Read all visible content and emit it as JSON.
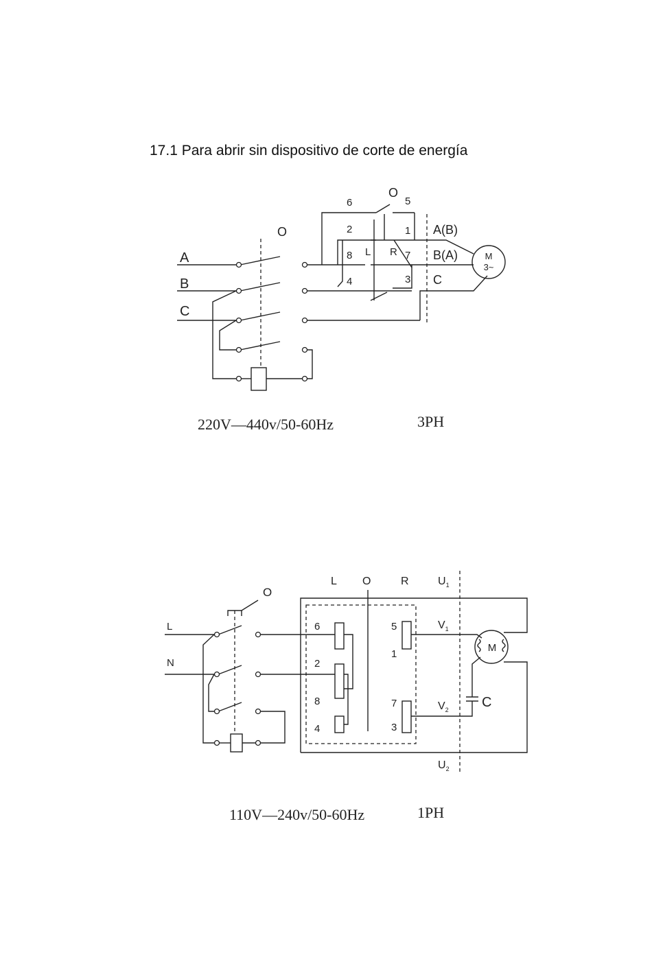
{
  "heading": "17.1 Para abrir sin dispositivo de corte de energía",
  "diagram_3ph": {
    "lines": [
      "A",
      "B",
      "C"
    ],
    "switch_label": "O",
    "drum_top": "O",
    "terminals": [
      "6",
      "5",
      "2",
      "1",
      "8",
      "7",
      "4",
      "3"
    ],
    "positions": [
      "L",
      "R"
    ],
    "outputs": [
      "A(B)",
      "B(A)",
      "C"
    ],
    "motor": [
      "M",
      "3~"
    ],
    "caption_voltage": "220V—440v/50-60Hz",
    "caption_phase": "3PH"
  },
  "diagram_1ph": {
    "lines": [
      "L",
      "N"
    ],
    "switch_label": "O",
    "drum_positions": [
      "L",
      "O",
      "R"
    ],
    "u1": "U",
    "u1_sub": "1",
    "u2": "U",
    "u2_sub": "2",
    "v1": "V",
    "v1_sub": "1",
    "v2": "V",
    "v2_sub": "2",
    "terminals": [
      "6",
      "5",
      "1",
      "2",
      "8",
      "7",
      "4",
      "3"
    ],
    "motor": "M",
    "capacitor": "C",
    "caption_voltage": "110V—240v/50-60Hz",
    "caption_phase": "1PH"
  }
}
